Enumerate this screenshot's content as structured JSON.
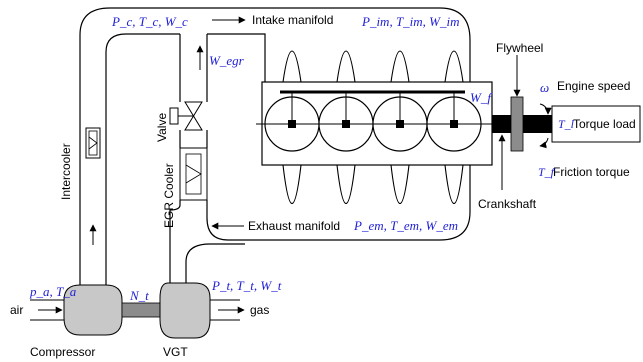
{
  "colors": {
    "variable": "#1f1fd6",
    "text": "#000000",
    "machine_fill": "#c8c8c8",
    "shaft_dark": "#000000",
    "shaft_grey": "#8c8c8c"
  },
  "labels": {
    "air": "air",
    "gas": "gas",
    "compressor": "Compressor",
    "vgt": "VGT",
    "intercooler": "Intercooler",
    "egr_cooler": "EGR Cooler",
    "valve": "Valve",
    "intake_manifold": "Intake manifold",
    "exhaust_manifold": "Exhaust manifold",
    "flywheel": "Flywheel",
    "crankshaft": "Crankshaft",
    "engine_speed": "Engine speed",
    "torque_load": "Torque load",
    "friction_torque": "Friction torque"
  },
  "variables": {
    "compressor_out": "P_c, T_c, W_c",
    "intake": "P_im, T_im, W_im",
    "egr_flow": "W_egr",
    "fuel": "W_f",
    "exhaust": "P_em, T_em, W_em",
    "ambient": "p_a, T_a",
    "turbine": "P_t, T_t, W_t",
    "turbo_speed": "N_t",
    "omega": "ω",
    "load_torque": "T_l",
    "friction": "T_f"
  },
  "icons": [
    "arrow-right-icon",
    "arrow-up-icon",
    "arrow-left-icon",
    "heat-exchanger-icon",
    "valve-icon"
  ]
}
